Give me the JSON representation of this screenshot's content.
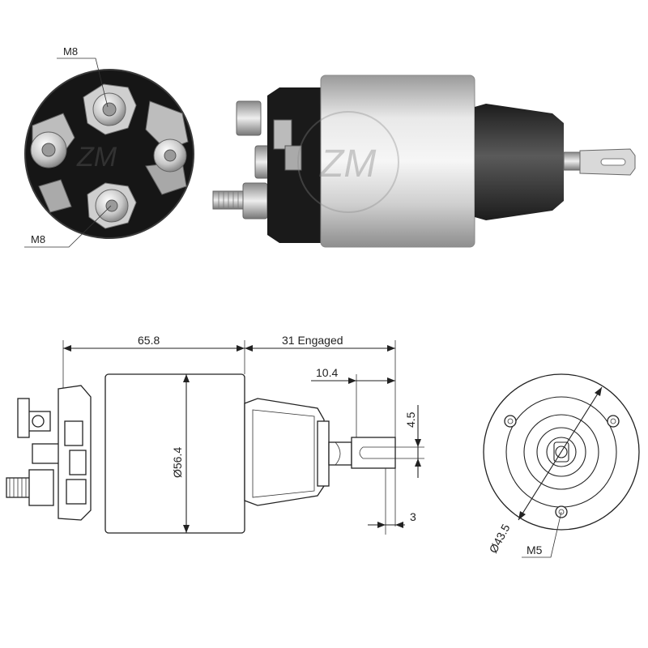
{
  "photo_end_view": {
    "labels": {
      "terminal_top": "M8",
      "terminal_bottom": "M8"
    }
  },
  "drawing_side_view": {
    "dimensions": {
      "body_length": "65.8",
      "stroke": "31 Engaged",
      "plunger_offset": "10.4",
      "slot_width": "4.5",
      "tab_thickness": "3",
      "body_diameter": "Ø56.4"
    }
  },
  "drawing_end_view": {
    "dimensions": {
      "bolt_circle": "Ø43.5",
      "mount_thread": "M5"
    }
  },
  "colors": {
    "housing_silver": "#c9c9c9",
    "cap_black": "#1a1a1a",
    "rubber_boot": "#3a3a3a",
    "line": "#222222"
  }
}
